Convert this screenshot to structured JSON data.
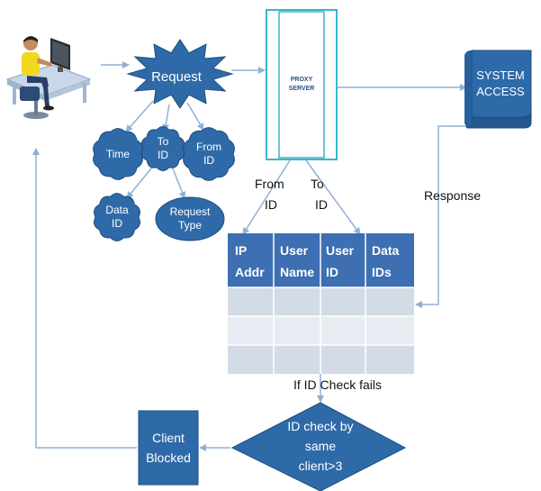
{
  "nodes": {
    "request": "Request",
    "time": "Time",
    "to_id": [
      "To",
      "ID"
    ],
    "from_id": [
      "From",
      "ID"
    ],
    "data_id": [
      "Data",
      "ID"
    ],
    "request_type": [
      "Request",
      "Type"
    ],
    "proxy_server": [
      "PROXY",
      "SERVER"
    ],
    "system_access": [
      "SYSTEM",
      "ACCESS"
    ],
    "id_check": [
      "ID check by",
      "same",
      "client>3"
    ],
    "client_blocked": [
      "Client",
      "Blocked"
    ]
  },
  "edge_labels": {
    "from_id": [
      "From",
      "ID"
    ],
    "to_id": [
      "To",
      "ID"
    ],
    "response": "Response",
    "if_check_fails": "If ID Check fails"
  },
  "table": {
    "headers": [
      [
        "IP",
        "Addr"
      ],
      [
        "User",
        "Name"
      ],
      [
        "User",
        "ID"
      ],
      [
        "Data",
        "IDs"
      ]
    ],
    "rows": [
      [
        "",
        "",
        "",
        ""
      ],
      [
        "",
        "",
        "",
        ""
      ],
      [
        "",
        "",
        "",
        ""
      ]
    ]
  },
  "colors": {
    "node_fill": "#2f6aa8",
    "node_stroke": "#1d4d80",
    "arrow": "#8fb0d6",
    "proxy_border": "#3cb6c8",
    "table_header": "#3d6fb2",
    "table_row_a": "#d3dbe6",
    "table_row_b": "#e8ecf2"
  },
  "icons": [
    "user-at-computer-icon"
  ]
}
